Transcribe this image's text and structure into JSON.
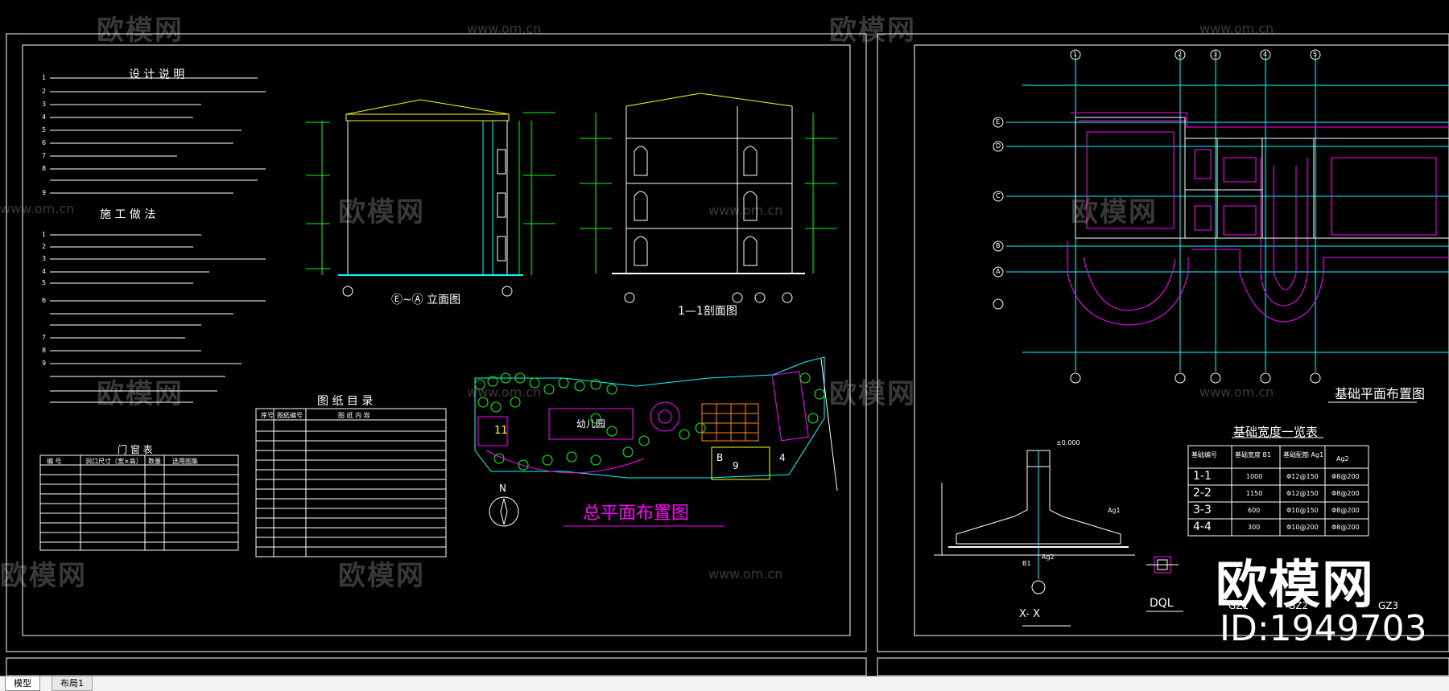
{
  "watermark": {
    "brand": "欧模网",
    "url": "www.om.cn",
    "id": "ID:1949703"
  },
  "sheet_left": {
    "design_notes_title": "设 计 说 明",
    "construction_title": "施 工 做 法",
    "door_window_title": "门 窗 表",
    "drawing_index_title": "图 纸 目 录",
    "elevation_title": "Ⓔ~Ⓐ 立面图",
    "section_title": "1—1剖面图",
    "site_plan_title": "总平面布置图",
    "north_label": "N",
    "notes_numbers": [
      "1",
      "2",
      "3",
      "4",
      "5",
      "6",
      "7",
      "8",
      "9"
    ],
    "construction_numbers": [
      "1",
      "2",
      "3",
      "4",
      "5",
      "6",
      "7",
      "8",
      "9"
    ],
    "building_labels": [
      "11",
      "幼儿园",
      "B",
      "9",
      "4"
    ],
    "index_headers": [
      "序号",
      "图纸编号",
      "图 纸 内 容"
    ],
    "door_headers": [
      "编 号",
      "洞口尺寸（宽×高）",
      "数量",
      "选用图集"
    ]
  },
  "sheet_right": {
    "foundation_plan_title": "基础平面布置图",
    "foundation_table_title": "基础宽度一览表",
    "table_headers": [
      "基础编号",
      "基础宽度 B1",
      "基础配筋 Ag1",
      "Ag2"
    ],
    "table_rows": [
      {
        "id": "1-1",
        "b1": "1000",
        "ag1": "Φ12@150",
        "ag2": "Φ8@200"
      },
      {
        "id": "2-2",
        "b1": "1150",
        "ag1": "Φ12@150",
        "ag2": "Φ8@200"
      },
      {
        "id": "3-3",
        "b1": "600",
        "ag1": "Φ10@150",
        "ag2": "Φ8@200"
      },
      {
        "id": "4-4",
        "b1": "300",
        "ag1": "Φ10@200",
        "ag2": "Φ8@200"
      }
    ],
    "section_label": "X- X",
    "dql_label": "DQL",
    "gz_labels": [
      "GZ1",
      "GZ2",
      "GZ3"
    ],
    "grid_top": [
      "1",
      "2",
      "3",
      "4",
      "5"
    ],
    "grid_left": [
      "E",
      "D",
      "C",
      "B",
      "A"
    ],
    "elev_label": "±0.000",
    "ag1_label": "Ag1",
    "ag2_label": "Ag2",
    "b1_label": "B1"
  },
  "tabs": {
    "model": "模型",
    "layout1": "布局1"
  },
  "colors": {
    "background": "#000000",
    "frame": "#ffffff",
    "magenta": "#ff00ff",
    "green": "#00ff00",
    "cyan": "#00ffff",
    "yellow": "#ffff00"
  }
}
